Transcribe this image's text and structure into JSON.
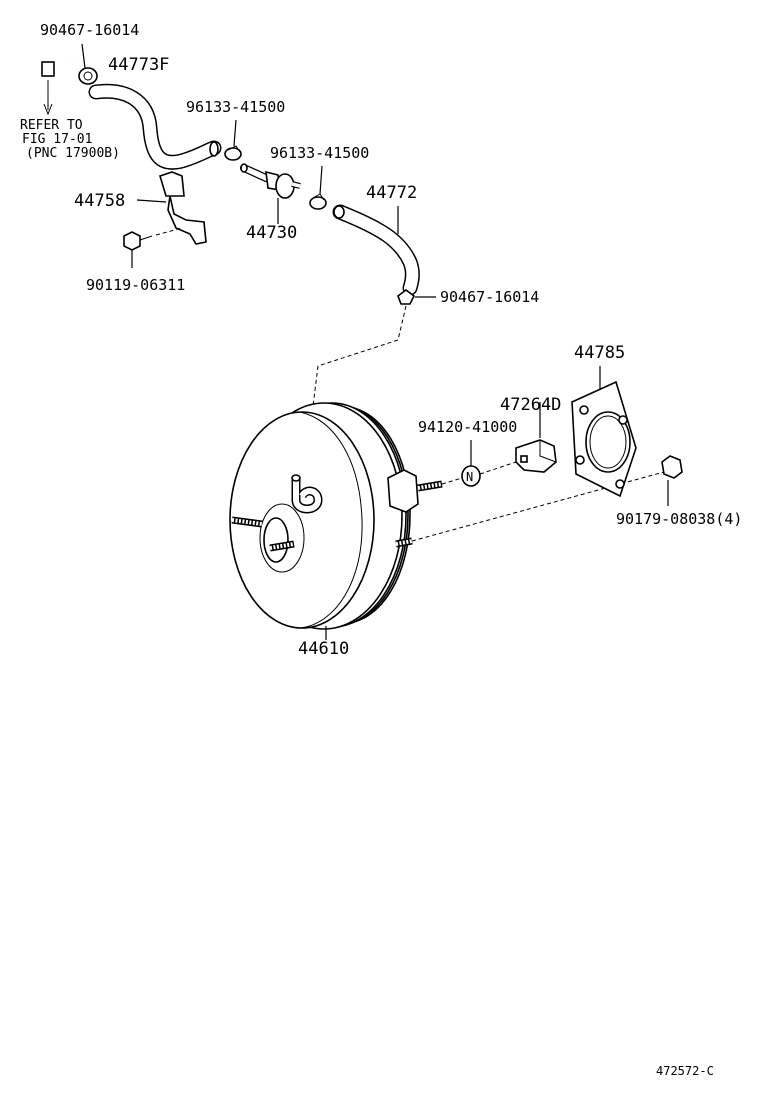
{
  "diagram": {
    "figure_code": "472572-C",
    "refer_note": [
      "REFER TO",
      "FIG 17-01",
      "(PNC 17900B)"
    ],
    "callouts": {
      "clamp_top": "90467-16014",
      "hose_upper": "44773F",
      "clip_upper": "96133-41500",
      "clip_lower": "96133-41500",
      "bracket": "44758",
      "check_valve": "44730",
      "hose_lower": "44772",
      "bolt": "90119-06311",
      "clamp_bottom": "90467-16014",
      "gasket": "44785",
      "clevis": "47264D",
      "nut_n": "94120-41000",
      "nut_n_symbol": "N",
      "nut_flange": "90179-08038(4)",
      "booster": "44610"
    }
  }
}
